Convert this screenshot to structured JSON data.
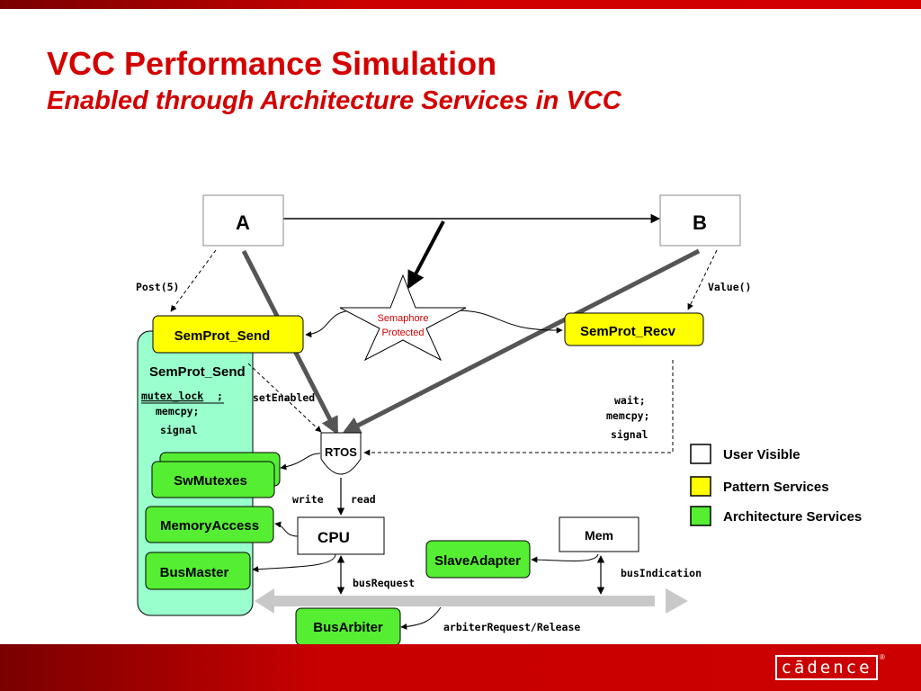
{
  "slide": {
    "title": "VCC Performance Simulation",
    "subtitle": "Enabled through Architecture Services in VCC",
    "logo": "cādence"
  },
  "colors": {
    "brand_red": "#d40000",
    "pattern_services": "#ffff00",
    "architecture_services": "#55ee33",
    "panel": "#99ffcc"
  },
  "diagram": {
    "blocks": {
      "a": "A",
      "b": "B",
      "semprot_send": "SemProt_Send",
      "semprot_recv": "SemProt_Recv",
      "panel_title": "SemProt_Send",
      "swmutexes": "SwMutexes",
      "memory_access": "MemoryAccess",
      "bus_master": "BusMaster",
      "rtos": "RTOS",
      "cpu": "CPU",
      "mem": "Mem",
      "slave_adapter": "SlaveAdapter",
      "bus_arbiter": "BusArbiter",
      "semaphore_line1": "Semaphore",
      "semaphore_line2": "Protected"
    },
    "labels": {
      "post": "Post(5)",
      "value": "Value()",
      "mutex_lock": "mutex_lock",
      "mutex_semi": ";",
      "memcpy_send": "memcpy;",
      "signal_send": "signal",
      "set_enabled": "setEnabled",
      "wait": "wait;",
      "memcpy_recv": "memcpy;",
      "signal_recv": "signal",
      "write": "write",
      "read": "read",
      "bus_request": "busRequest",
      "bus_indication": "busIndication",
      "arbiter_request": "arbiterRequest/Release"
    },
    "legend": [
      {
        "label": "User Visible",
        "color": "#ffffff"
      },
      {
        "label": "Pattern Services",
        "color": "#ffff00"
      },
      {
        "label": "Architecture Services",
        "color": "#55ee33"
      }
    ]
  }
}
